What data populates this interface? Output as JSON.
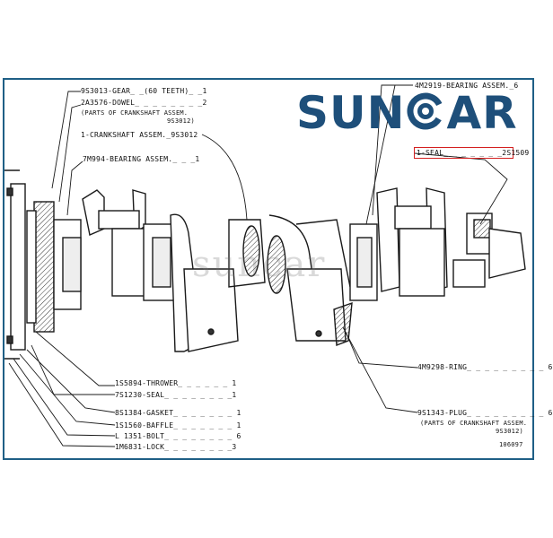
{
  "brand": {
    "prefix": "SUN",
    "suffix": "AR",
    "color": "#1e4f7a"
  },
  "watermark": "suncar",
  "labels": {
    "gear": "9S3013-GEAR_ _(60 TEETH)_ _1",
    "dowel": "2A3576-DOWEL_ _ _ _ _ _ _ _2",
    "dowel_note1": "(PARTS OF CRANKSHAFT ASSEM.",
    "dowel_note2": "9S3012)",
    "crankshaft": "1-CRANKSHAFT ASSEM._9S3012",
    "bearing_7m": "7M994-BEARING ASSEM._ _ _1",
    "bearing_4m": "4M2919-BEARING ASSEM._6",
    "seal_top": "1-SEAL_ _ _ _ _ _ _2S1509",
    "thrower": "1S5894-THROWER_ _ _ _ _ _ 1",
    "seal_7s": "7S1230-SEAL_ _ _ _ _ _ _ _1",
    "gasket": "8S1384-GASKET_ _ _ _ _ _ _ 1",
    "baffle": "1S1560-BAFFLE_ _ _ _ _ _ _ 1",
    "bolt": "L 1351-BOLT_ _ _ _ _ _ _ _ 6",
    "lock": "1M6831-LOCK_ _ _ _ _ _ _ _3",
    "ring": "4M9298-RING_ _ _ _ _ _ _ _ _ 6",
    "plug": "9S1343-PLUG_ _ _ _ _ _ _ _ _ 6",
    "plug_note1": "(PARTS OF CRANKSHAFT ASSEM.",
    "plug_note2": "9S3012)",
    "drawing_no": "106097"
  },
  "highlight_color": "#d42020",
  "frame_color": "#1f5f86"
}
